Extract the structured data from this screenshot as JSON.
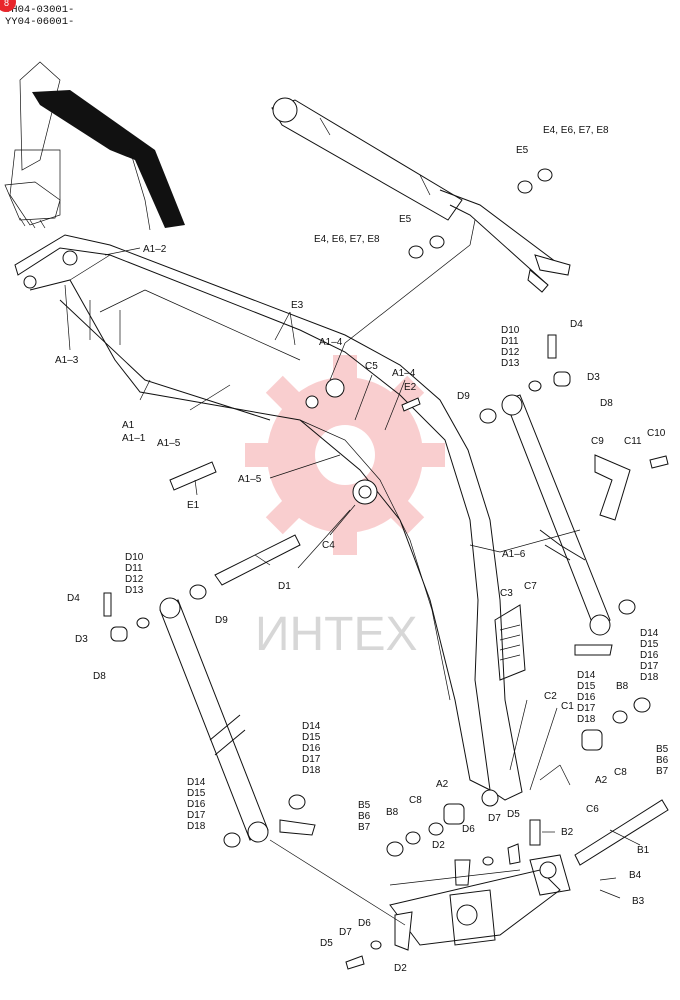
{
  "header": {
    "codes": [
      "YH04-03001-",
      "YY04-06001-"
    ]
  },
  "watermark": {
    "text": "ИНТЕХ",
    "color": "#e8262b"
  },
  "corner_badge": {
    "color": "#e8262b",
    "glyph": "8"
  },
  "labels": {
    "a1_2": "A1–2",
    "a1_3": "A1–3",
    "a1": "A1",
    "a1_1": "A1–1",
    "a1_5a": "A1–5",
    "a1_5b": "A1–5",
    "a1_4a": "A1–4",
    "a1_4b": "A1–4",
    "a1_6": "A1–6",
    "e3": "E3",
    "e1": "E1",
    "e2": "E2",
    "e5a": "E5",
    "e5b": "E5",
    "e_grp_a": "E4, E6, E7, E8",
    "e_grp_b": "E4, E6, E7, E8",
    "c5": "C5",
    "c4": "C4",
    "c3": "C3",
    "c7": "C7",
    "c9": "C9",
    "c10": "C10",
    "c11": "C11",
    "c1": "C1",
    "c2": "C2",
    "c6": "C6",
    "c8a": "C8",
    "c8b": "C8",
    "d1": "D1",
    "d2a": "D2",
    "d2b": "D2",
    "d3a": "D3",
    "d3b": "D3",
    "d4a": "D4",
    "d4b": "D4",
    "d5a": "D5",
    "d5b": "D5",
    "d6a": "D6",
    "d6b": "D6",
    "d7a": "D7",
    "d7b": "D7",
    "d8a": "D8",
    "d8b": "D8",
    "d9a": "D9",
    "d9b": "D9",
    "a2a": "A2",
    "a2b": "A2",
    "b1": "B1",
    "b2": "B2",
    "b3": "B3",
    "b4": "B4",
    "b8a": "B8",
    "b8b": "B8",
    "grp_d10_a": [
      "D10",
      "D11",
      "D12",
      "D13"
    ],
    "grp_d10_b": [
      "D10",
      "D11",
      "D12",
      "D13"
    ],
    "grp_d14_a": [
      "D14",
      "D15",
      "D16",
      "D17",
      "D18"
    ],
    "grp_d14_b": [
      "D14",
      "D15",
      "D16",
      "D17",
      "D18"
    ],
    "grp_d14_c": [
      "D14",
      "D15",
      "D16",
      "D17",
      "D18"
    ],
    "grp_d14_d": [
      "D14",
      "D15",
      "D16",
      "D17",
      "D18"
    ],
    "grp_b5_a": [
      "B5",
      "B6",
      "B7"
    ],
    "grp_b5_b": [
      "B5",
      "B6",
      "B7"
    ]
  }
}
